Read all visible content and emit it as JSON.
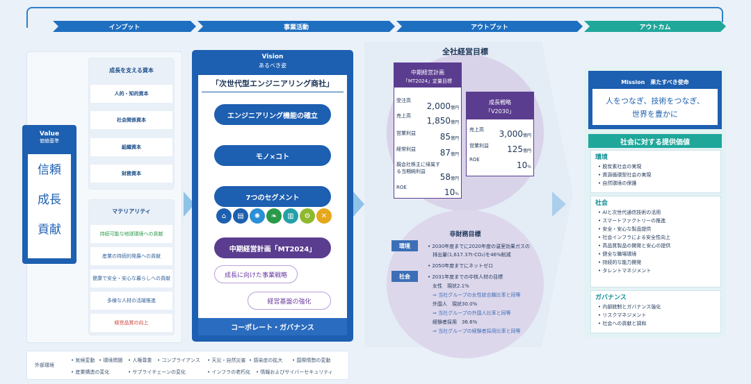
{
  "stages": [
    "インプット",
    "事業活動",
    "アウトプット",
    "アウトカム"
  ],
  "value": {
    "title": "Value",
    "subtitle": "価値基準",
    "items": [
      "信頼",
      "成長",
      "貢献"
    ]
  },
  "capital": {
    "title": "成長を支える資本",
    "items": [
      "人的・知的資本",
      "社会関係資本",
      "組織資本",
      "財務資本"
    ]
  },
  "materiality": {
    "title": "マテリアリティ",
    "items": [
      "持続可能な地球環境への貢献",
      "産業の持続的発展への貢献",
      "健康で安全・安心な暮らしへの貢献",
      "多様な人材の活躍推進",
      "経営品質の向上"
    ]
  },
  "external": {
    "label": "外部環境",
    "items": [
      "気候変動",
      "環境問題",
      "人権尊重",
      "コンプライアンス",
      "天災・自然災害",
      "感染症の拡大",
      "国際情勢の変動",
      "産業構造の変化",
      "サプライチェーンの変化",
      "インフラの老朽化",
      "情報およびサイバーセキュリティ"
    ]
  },
  "vision": {
    "title": "Vision",
    "subtitle": "あるべき姿",
    "name": "「次世代型エンジニアリング商社」",
    "engineering": "エンジニアリング機能の確立",
    "monokoto": "モノ×コト",
    "segments": "7つのセグメント",
    "segment_colors": [
      "#1d5fb0",
      "#1d5fb0",
      "#2a8fd6",
      "#2a9a4a",
      "#25a0a8",
      "#8fb82e",
      "#e6a71c"
    ],
    "segment_icons": [
      "plant-icon",
      "building-icon",
      "circuit-icon",
      "leaf-icon",
      "factory-icon",
      "gear-icon",
      "tool-icon"
    ],
    "mt2024": "中期経営計画「MT2024」",
    "strategy": "成長に向けた事業戦略",
    "foundation": "経営基盤の強化",
    "governance": "コーポレート・ガバナンス"
  },
  "targets": {
    "title": "全社経営目標",
    "mt2024": {
      "title": "中期経営計画",
      "subtitle": "「MT2024」定量目標",
      "rows": [
        {
          "label": "受注高",
          "value": "2,000",
          "unit": "億円"
        },
        {
          "label": "売上高",
          "value": "1,850",
          "unit": "億円"
        },
        {
          "label": "営業利益",
          "value": "85",
          "unit": "億円"
        },
        {
          "label": "経常利益",
          "value": "87",
          "unit": "億円"
        },
        {
          "label": "親会社株主に帰属する当期純利益",
          "value": "58",
          "unit": "億円"
        },
        {
          "label": "ROE",
          "value": "10",
          "unit": "%"
        }
      ]
    },
    "v2030": {
      "title": "成長戦略",
      "subtitle": "「V2030」",
      "rows": [
        {
          "label": "売上高",
          "value": "3,000",
          "unit": "億円"
        },
        {
          "label": "営業利益",
          "value": "125",
          "unit": "億円"
        },
        {
          "label": "ROE",
          "value": "10",
          "unit": "%"
        }
      ]
    },
    "nonfinancial": {
      "title": "非財務目標",
      "env_tag": "環境",
      "soc_tag": "社会",
      "env": [
        "• 2030年度までに2020年度の温室効果ガスの",
        "排出量(1,617.37t-CO₂)を46%削減",
        "• 2050年度までにネットゼロ"
      ],
      "soc": [
        "• 2031年度までの中核人材の目標",
        "女性　現状2.1%",
        "⇒ 当社グループの女性総合職比率と同等",
        "外国人　現状30.0%",
        "⇒ 当社グループの外国人比率と同等",
        "経験者採用　36.6%",
        "⇒ 当社グループの経験者採用比率と同等"
      ]
    }
  },
  "mission": {
    "title": "Mission　果たすべき使命",
    "line1": "人をつなぎ、技術をつなぎ、",
    "line2": "世界を豊かに"
  },
  "social_value": {
    "title": "社会に対する提供価値",
    "env": {
      "title": "環境",
      "items": [
        "脱炭素社会の実現",
        "資源循環型社会の実現",
        "自然環境の保護"
      ]
    },
    "soc": {
      "title": "社会",
      "items": [
        "AIと次世代通信技術の活用",
        "スマートファクトリーの推進",
        "安全・安心な製品提供",
        "社会インフラによる安全性向上",
        "高品質製品の開発と安心の提供",
        "健全な職場環境",
        "持続的な能力開発",
        "タレントマネジメント"
      ]
    },
    "gov": {
      "title": "ガバナンス",
      "items": [
        "内部統制とガバナンス強化",
        "リスクマネジメント",
        "社会への貢献と調和"
      ]
    }
  }
}
